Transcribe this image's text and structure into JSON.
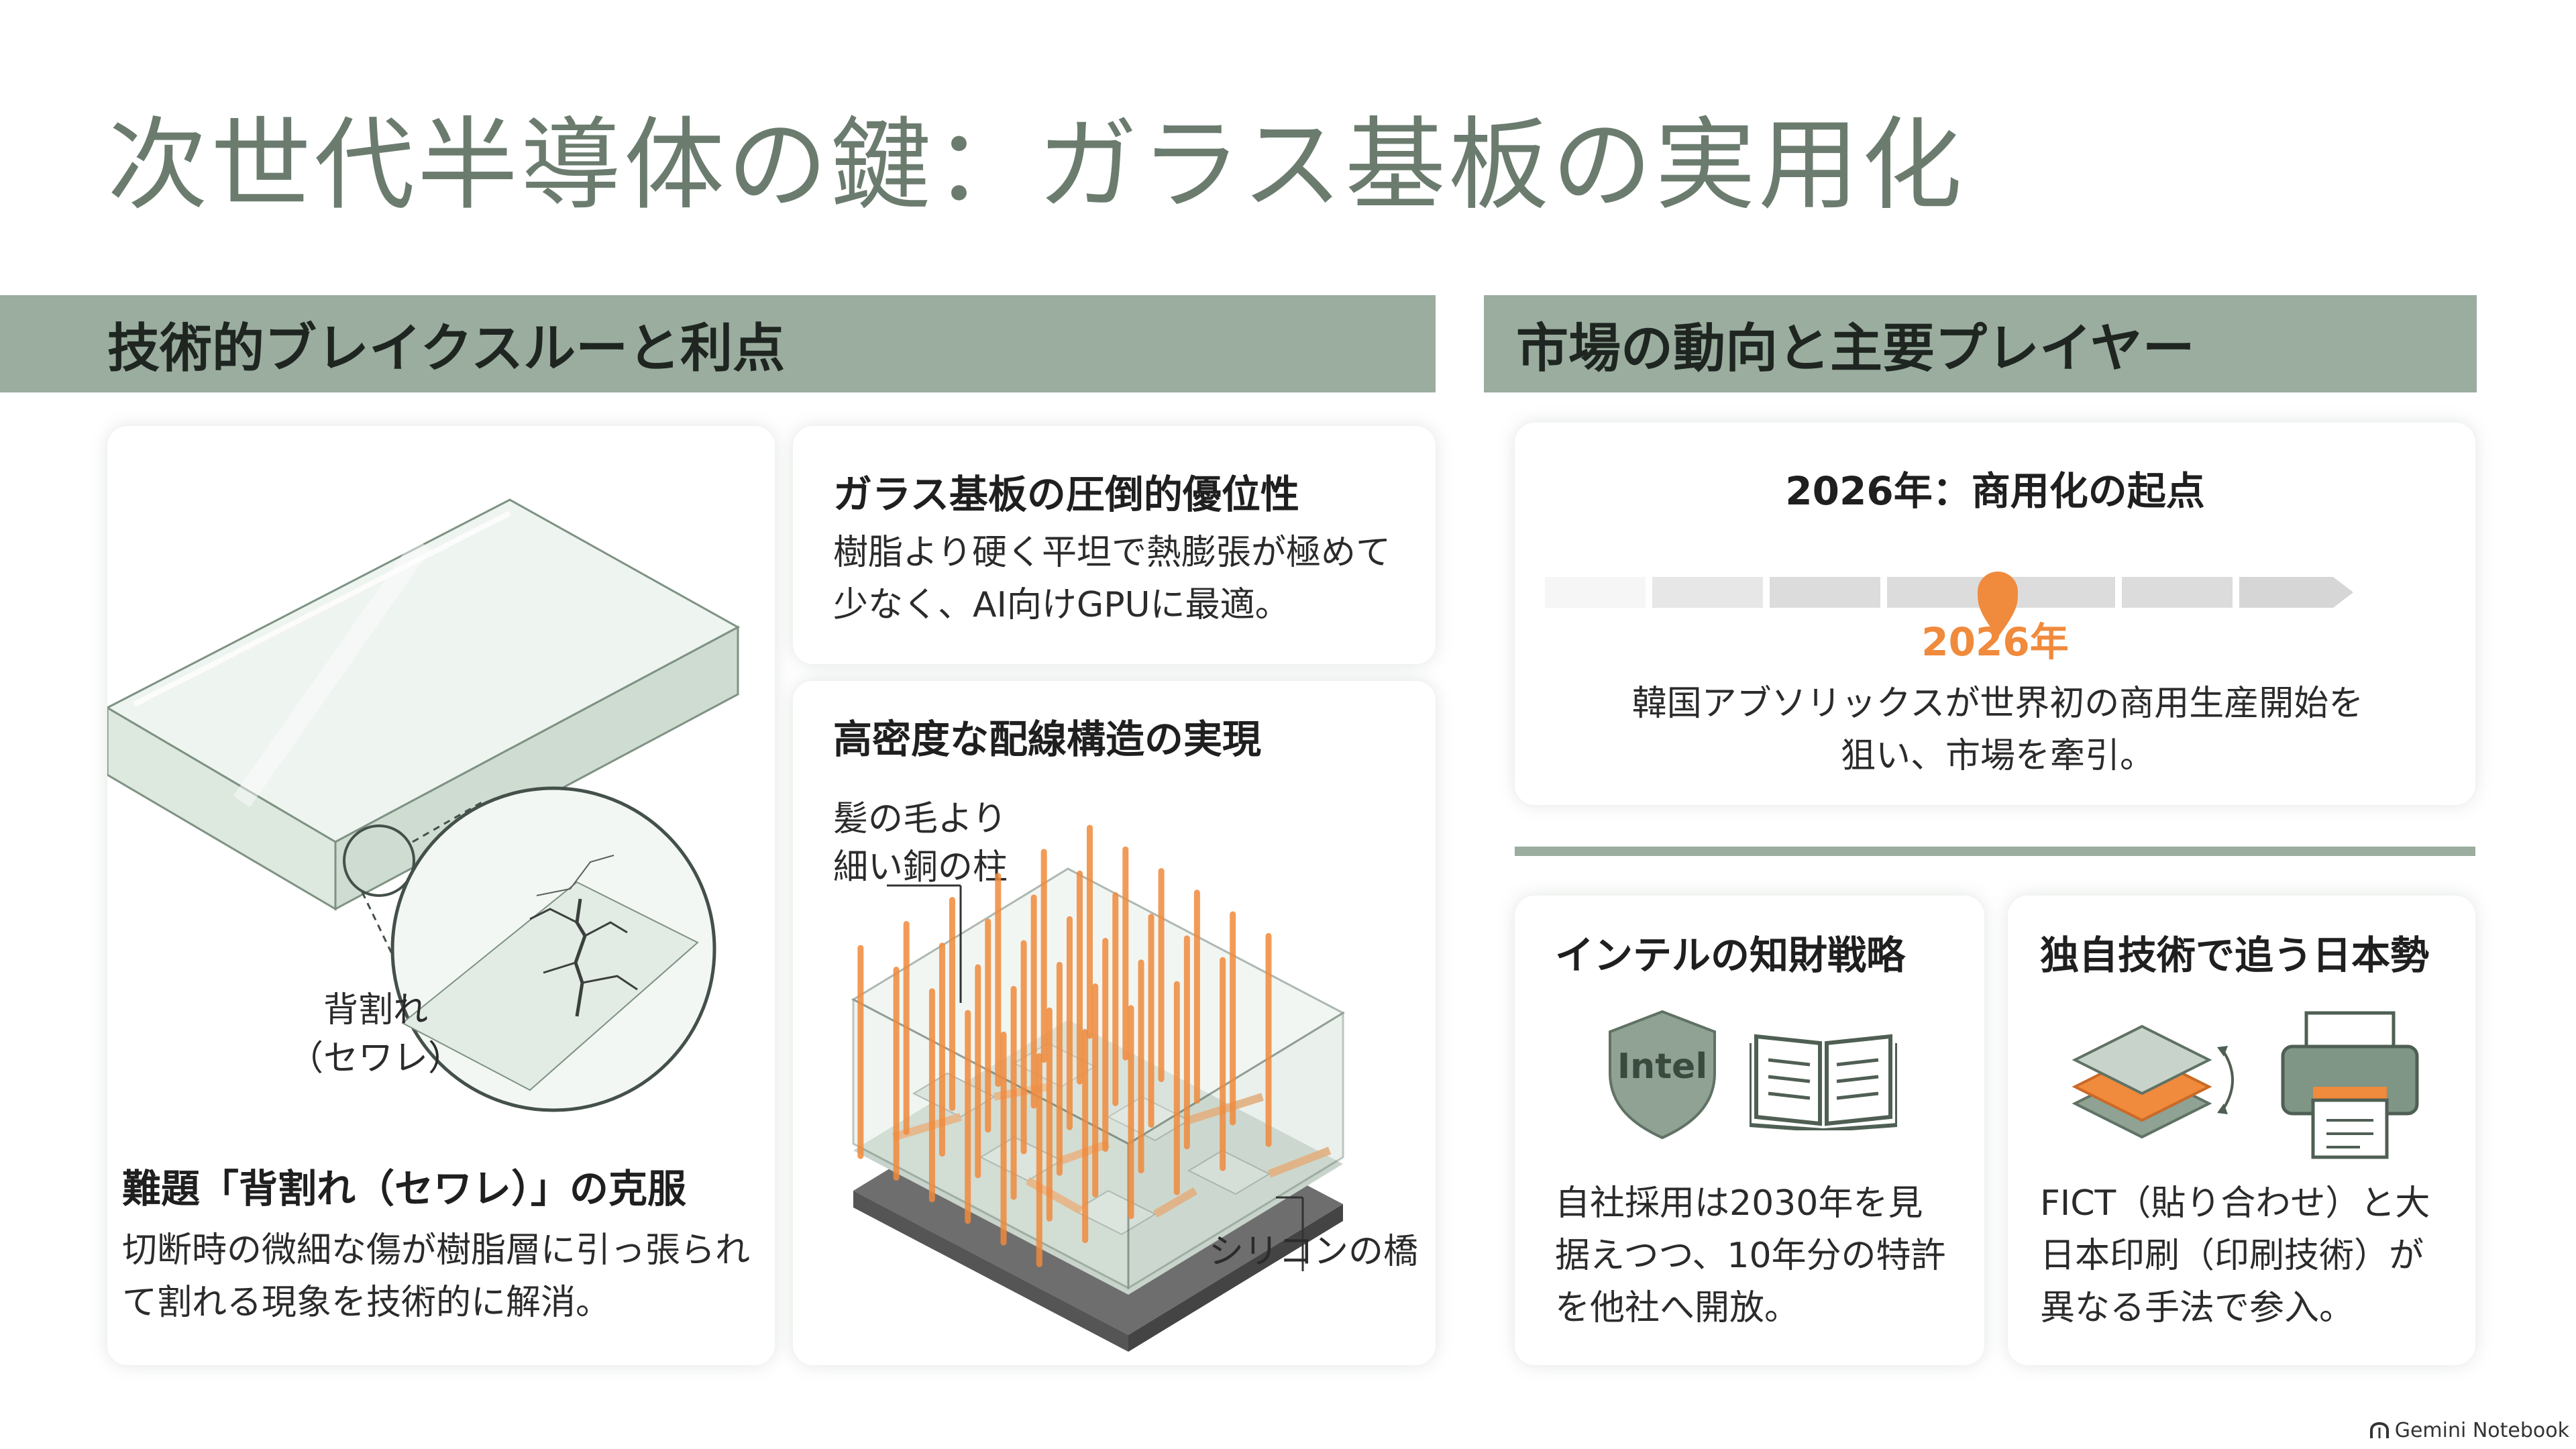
{
  "title": "次世代半導体の鍵：ガラス基板の実用化",
  "left_section": {
    "header": "技術的ブレイクスルーと利点",
    "crack_card": {
      "callout_label_line1": "背割れ",
      "callout_label_line2": "（セワレ）",
      "heading": "難題「背割れ（セワレ）」の克服",
      "body": "切断時の微細な傷が樹脂層に引っ張られて割れる現象を技術的に解消。"
    },
    "advantage_card": {
      "heading": "ガラス基板の圧倒的優位性",
      "body": "樹脂より硬く平坦で熱膨張が極めて少なく、AI向けGPUに最適。"
    },
    "wiring_card": {
      "heading": "高密度な配線構造の実現",
      "pillar_label_line1": "髪の毛より",
      "pillar_label_line2": "細い銅の柱",
      "bridge_label": "シリコンの橋"
    }
  },
  "right_section": {
    "header": "市場の動向と主要プレイヤー",
    "timeline_card": {
      "heading": "2026年：商用化の起点",
      "marker_label": "2026年",
      "body": "韓国アブソリックスが世界初の商用生産開始を狙い、市場を牽引。",
      "accent_color": "#f08a3c"
    },
    "intel_card": {
      "heading": "インテルの知財戦略",
      "shield_text": "Intel",
      "body": "自社採用は2030年を見据えつつ、10年分の特許を他社へ開放。"
    },
    "japan_card": {
      "heading": "独自技術で追う日本勢",
      "body": "FICT（貼り合わせ）と大日本印刷（印刷技術）が異なる手法で参入。"
    }
  },
  "footer": {
    "brand": "Gemini Notebook"
  },
  "colors": {
    "sage": "#9aad9e",
    "title": "#6b7c6f",
    "copper": "#f08a3c"
  }
}
